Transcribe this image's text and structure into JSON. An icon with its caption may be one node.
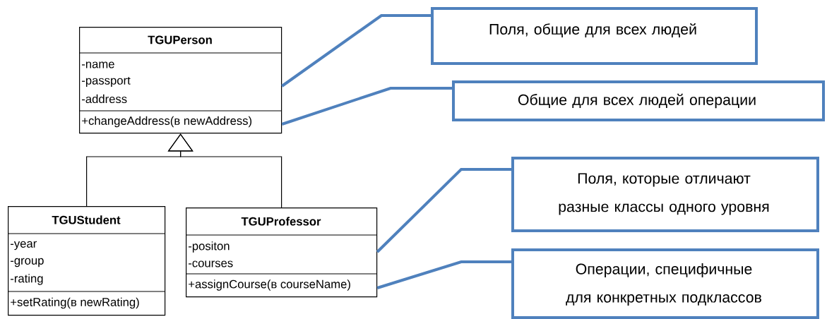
{
  "diagram": {
    "nodes": [
      {
        "text": [
          "TGUPerson",
          "-name",
          "-passport",
          "-address",
          "+changeAddress(в newAddress)"
        ]
      },
      {
        "text": [
          "Поля, общие для всех людей"
        ]
      },
      {
        "text": [
          "Общие для всех людей операции"
        ]
      },
      {
        "text": [
          "TGUStudent",
          "-year",
          "-group",
          "-rating",
          "+setRating(в newRating)"
        ]
      },
      {
        "text": [
          "TGUProfessor",
          "-positon",
          "-courses",
          "+assignCourse(в courseName)"
        ]
      },
      {
        "text": [
          "Поля, которые отличают разные классы одного уровня"
        ]
      },
      {
        "text": [
          "Операции, специфичные для конкретных подклассов"
        ]
      }
    ],
    "edges": [
      {
        "from": 3,
        "to": 0,
        "arrow": "to",
        "color": "#000000"
      },
      {
        "from": 4,
        "to": 0,
        "arrow": "to",
        "color": "#000000"
      },
      {
        "from": 1,
        "to": 0,
        "arrow": "none"
      },
      {
        "from": 2,
        "to": 0,
        "arrow": "none"
      },
      {
        "from": 5,
        "to": 4,
        "arrow": "none"
      },
      {
        "from": 6,
        "to": 4,
        "arrow": "none"
      }
    ]
  }
}
